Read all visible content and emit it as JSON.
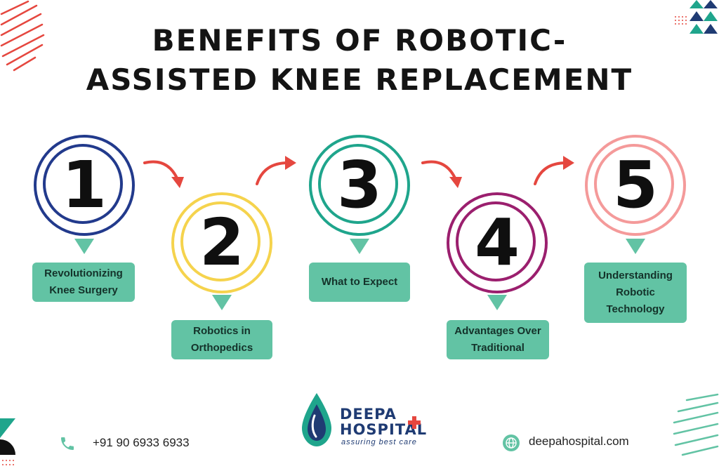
{
  "title": {
    "line1": "BENEFITS OF ROBOTIC-",
    "line2": "ASSISTED KNEE REPLACEMENT"
  },
  "steps": [
    {
      "number": "1",
      "label": "Revolutionizing Knee Surgery",
      "color": "#223a8c"
    },
    {
      "number": "2",
      "label": "Robotics in Orthopedics",
      "color": "#f5d34d"
    },
    {
      "number": "3",
      "label": "What to Expect",
      "color": "#1fa58c"
    },
    {
      "number": "4",
      "label": "Advantages Over Traditional",
      "color": "#9b1f6e"
    },
    {
      "number": "5",
      "label": "Understanding Robotic Technology",
      "color": "#f49a9a"
    }
  ],
  "colors": {
    "label_bg": "#62c3a4",
    "arrow": "#e5473f",
    "brand": "#1f3b73",
    "brand_accent": "#e5473f"
  },
  "footer": {
    "phone": "+91 90 6933 6933",
    "website": "deepahospital.com",
    "phone_icon": "phone-icon",
    "web_icon": "globe-icon"
  },
  "logo": {
    "line1": "DEEPA",
    "line2": "HOSPITAL",
    "tagline": "assuring best care"
  }
}
